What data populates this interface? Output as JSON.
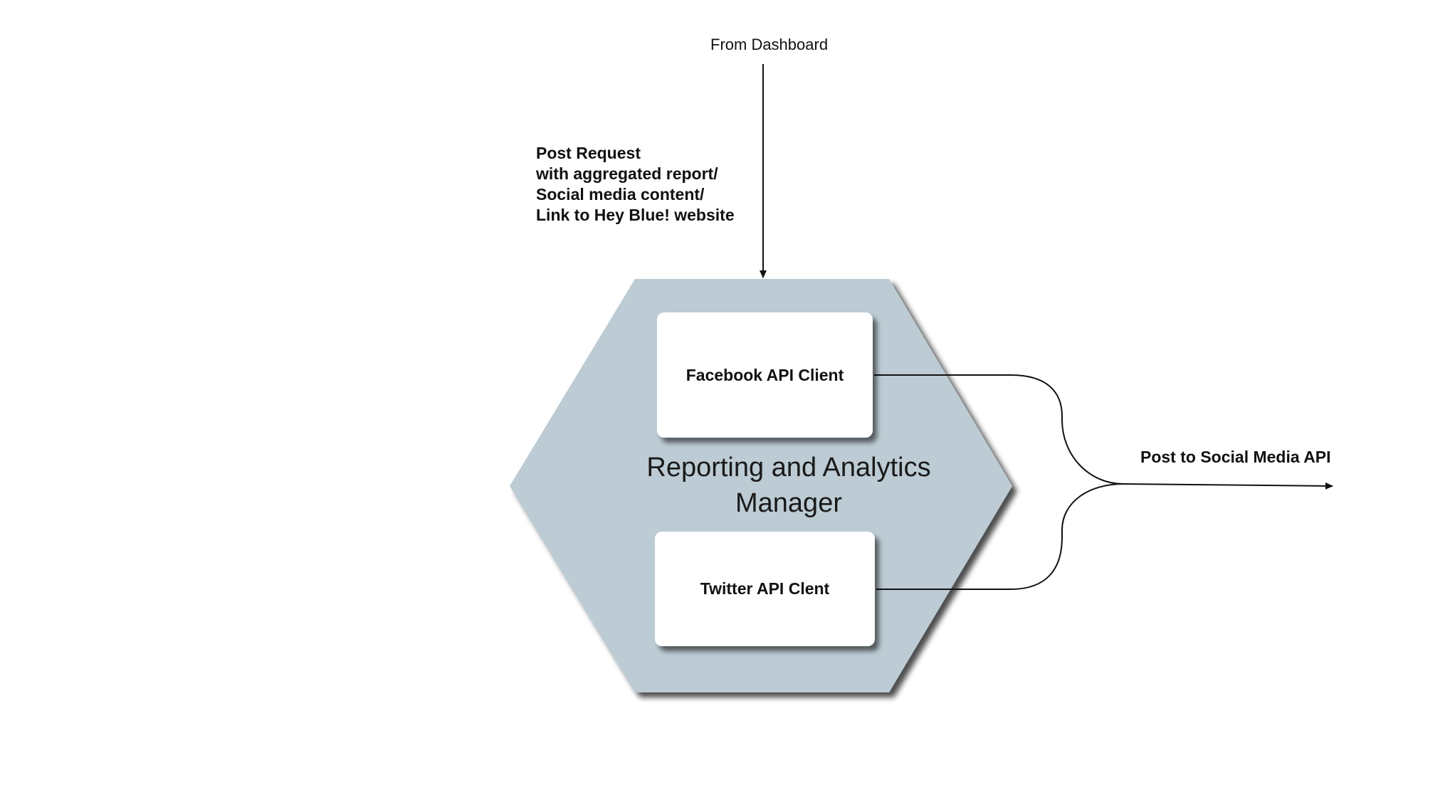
{
  "from_label": "From Dashboard",
  "request_lines": [
    "Post Request",
    "with aggregated report/",
    "Social media content/",
    "Link to Hey Blue! website"
  ],
  "manager_title": "Reporting and Analytics Manager",
  "clients": {
    "facebook": "Facebook API Client",
    "twitter": "Twitter API Clent"
  },
  "output_label": "Post to Social Media API",
  "colors": {
    "hexagon_fill": "#bccbd4",
    "box_fill": "#ffffff",
    "line": "#111111"
  }
}
